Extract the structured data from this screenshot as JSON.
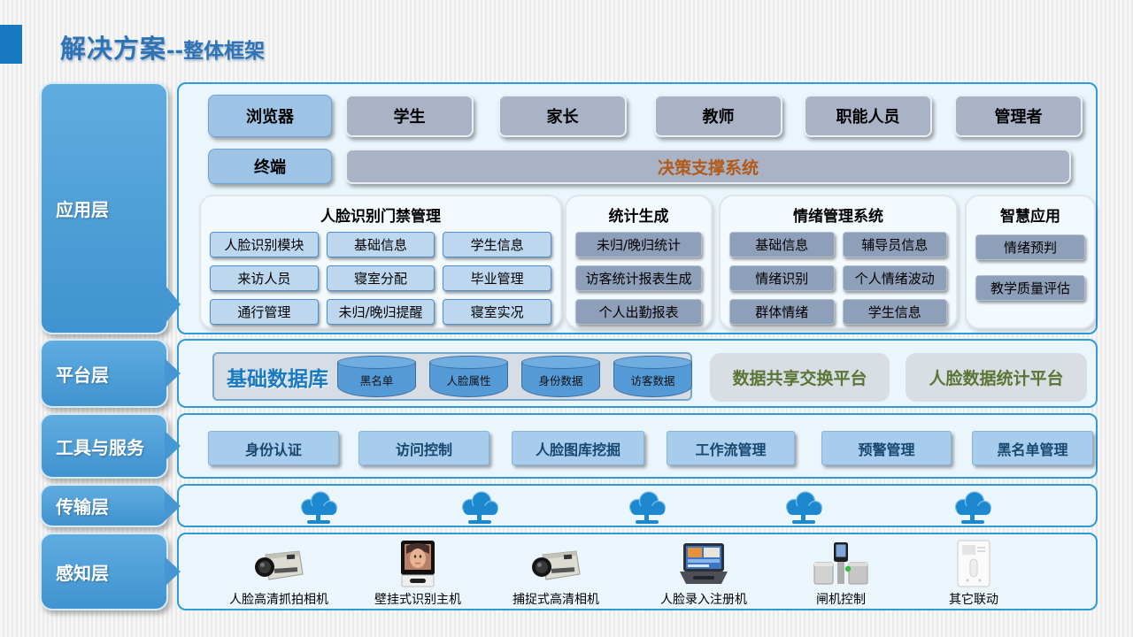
{
  "title": {
    "part1": "解决方案",
    "part2": "--整体框架"
  },
  "layers": {
    "app": {
      "label": "应用层",
      "clients_row": [
        "浏览器",
        "学生",
        "家长",
        "教师",
        "职能人员",
        "管理者"
      ],
      "terminal": "终端",
      "decision_system": "决策支撑系统",
      "sections": {
        "access": {
          "title": "人脸识别门禁管理",
          "items": [
            "人脸识别模块",
            "基础信息",
            "学生信息",
            "来访人员",
            "寝室分配",
            "毕业管理",
            "通行管理",
            "未归/晚归提醒",
            "寝室实况"
          ]
        },
        "stats": {
          "title": "统计生成",
          "items": [
            "未归/晚归统计",
            "访客统计报表生成",
            "个人出勤报表"
          ]
        },
        "emotion": {
          "title": "情绪管理系统",
          "items": [
            "基础信息",
            "辅导员信息",
            "情绪识别",
            "个人情绪波动",
            "群体情绪",
            "学生信息"
          ]
        },
        "smart": {
          "title": "智慧应用",
          "items": [
            "情绪预判",
            "教学质量评估"
          ]
        }
      }
    },
    "platform": {
      "label": "平台层",
      "database_title": "基础数据库",
      "cylinders": [
        "黑名单",
        "人脸属性",
        "身份数据",
        "访客数据"
      ],
      "platforms": [
        "数据共享交换平台",
        "人脸数据统计平台"
      ]
    },
    "tools": {
      "label": "工具与服务",
      "items": [
        "身份认证",
        "访问控制",
        "人脸图库挖掘",
        "工作流管理",
        "预警管理",
        "黑名单管理"
      ]
    },
    "transport": {
      "label": "传输层",
      "cloud_count": 5
    },
    "perception": {
      "label": "感知层",
      "devices": [
        "人脸高清抓拍相机",
        "壁挂式识别主机",
        "捕捉式高清相机",
        "人脸录入注册机",
        "闸机控制",
        "其它联动"
      ]
    }
  },
  "colors": {
    "accent_blue": "#1779C1",
    "title_blue": "#2E74B5",
    "layer_label_blue": "#4DA0D9",
    "row_border_blue": "#2E9BD6",
    "row_fill": "#EAF5FC",
    "box_blue": "#9DC3E6",
    "box_gray": "#A9B3C5",
    "sub_box_blue": "#BDD7EE",
    "sub_box_gray": "#8E9FBA",
    "decision_text_brown": "#B35A1A",
    "platform_text_green": "#5A7434",
    "tool_text_navy": "#17466F",
    "cylinder_blue": "#549AD6",
    "cloud_blue": "#1E88CF"
  }
}
